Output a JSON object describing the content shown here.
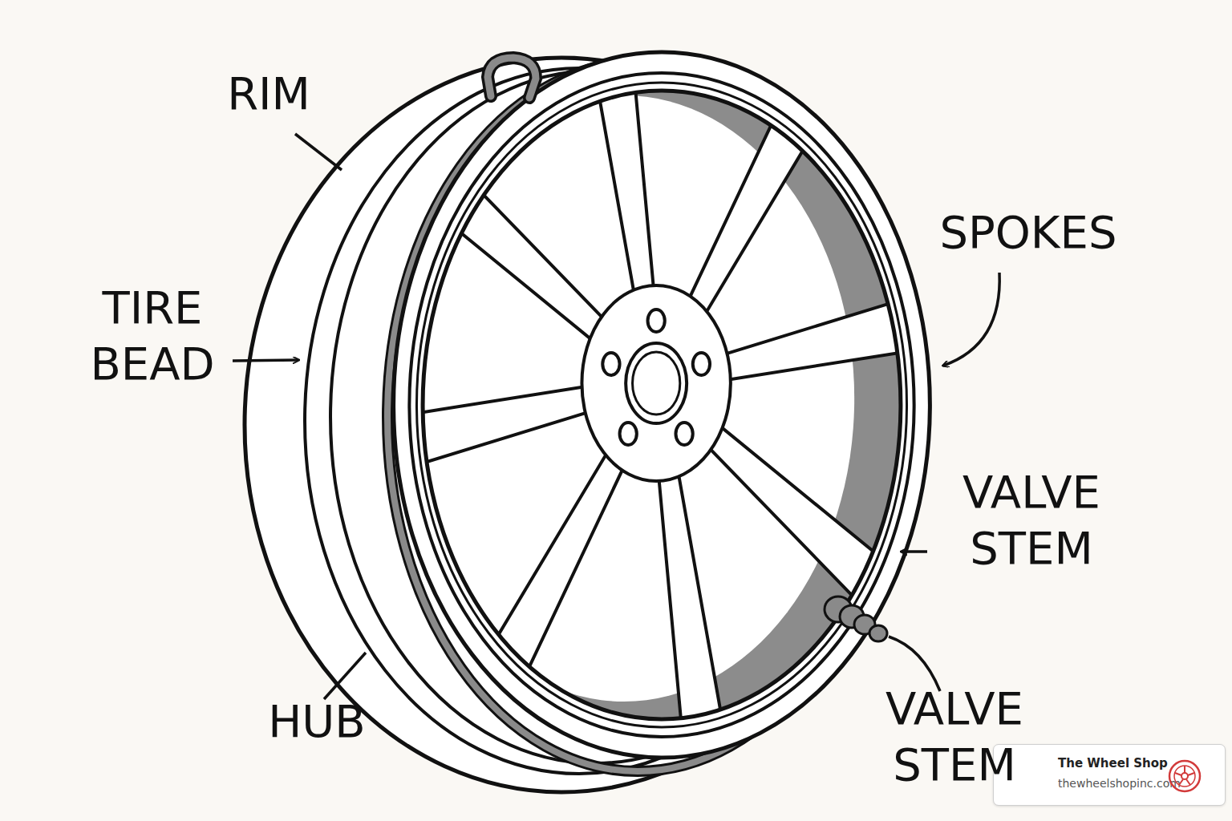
{
  "diagram": {
    "nodes": [
      {
        "text": [
          "The Wheel Shop",
          "thewheelshopinc.com"
        ]
      }
    ],
    "labels": [
      "RIM",
      "TIRE BEAD",
      "SPOKES",
      "VALVE STEM",
      "HUB",
      "VALVE STEM"
    ]
  }
}
